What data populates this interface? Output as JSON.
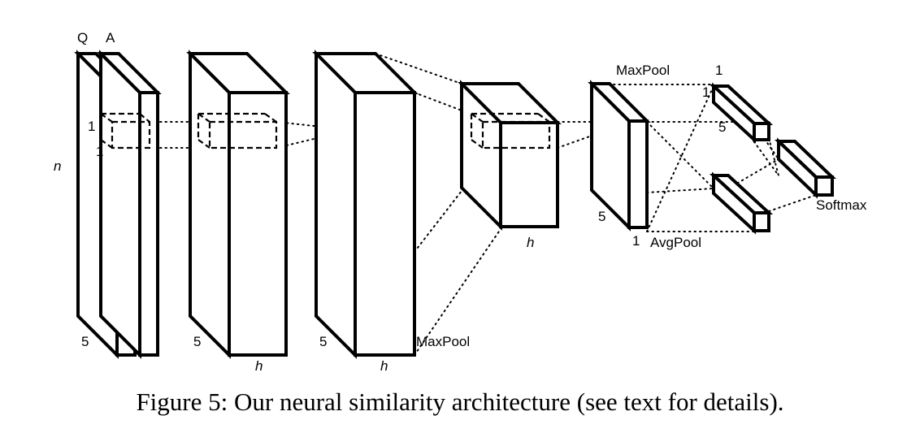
{
  "labels": {
    "q": "Q",
    "a": "A",
    "n": "n",
    "one_top": "1",
    "one_side": "1",
    "five_1": "5",
    "five_2": "5",
    "five_3": "5",
    "h_2": "h",
    "h_3": "h",
    "h_4": "h",
    "maxpool_bottom": "MaxPool",
    "maxpool_top": "MaxPool",
    "avgpool": "AvgPool",
    "five_5": "5",
    "one_5": "1",
    "one_pool_top": "1",
    "one_pool_side": "1",
    "five_pool": "5",
    "softmax": "Softmax"
  },
  "caption": "Figure 5: Our neural similarity architecture (see text for details)."
}
